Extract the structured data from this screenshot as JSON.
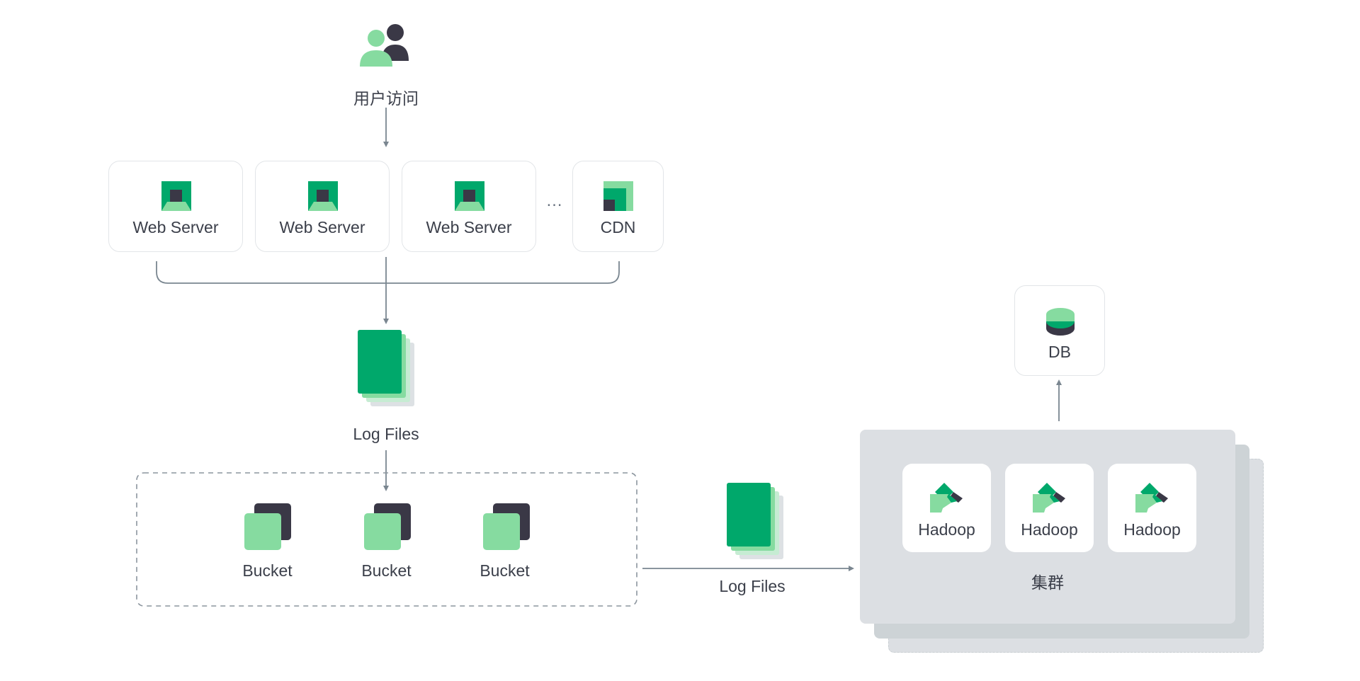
{
  "user": {
    "label": "用户访问",
    "icon": "users-icon"
  },
  "servers": [
    {
      "label": "Web Server",
      "icon": "web-server-icon"
    },
    {
      "label": "Web Server",
      "icon": "web-server-icon"
    },
    {
      "label": "Web Server",
      "icon": "web-server-icon"
    }
  ],
  "ellipsis": "…",
  "cdn": {
    "label": "CDN",
    "icon": "cdn-icon"
  },
  "log_files_top": {
    "label": "Log Files",
    "icon": "log-files-icon"
  },
  "buckets": [
    {
      "label": "Bucket",
      "icon": "bucket-icon"
    },
    {
      "label": "Bucket",
      "icon": "bucket-icon"
    },
    {
      "label": "Bucket",
      "icon": "bucket-icon"
    }
  ],
  "log_files_mid": {
    "label": "Log Files",
    "icon": "log-files-icon"
  },
  "cluster": {
    "label": "集群",
    "nodes": [
      {
        "label": "Hadoop",
        "icon": "hadoop-icon"
      },
      {
        "label": "Hadoop",
        "icon": "hadoop-icon"
      },
      {
        "label": "Hadoop",
        "icon": "hadoop-icon"
      }
    ]
  },
  "db": {
    "label": "DB",
    "icon": "database-icon"
  },
  "colors": {
    "green_dark": "#00a86b",
    "green_light": "#86dba0",
    "green_pale": "#c6ecd3",
    "navy": "#3a3846",
    "line": "#7a8690",
    "cluster_bg": "#dcdfe3",
    "cluster_shadow": "#cdd3d6",
    "card_border": "#e2e5e8"
  }
}
